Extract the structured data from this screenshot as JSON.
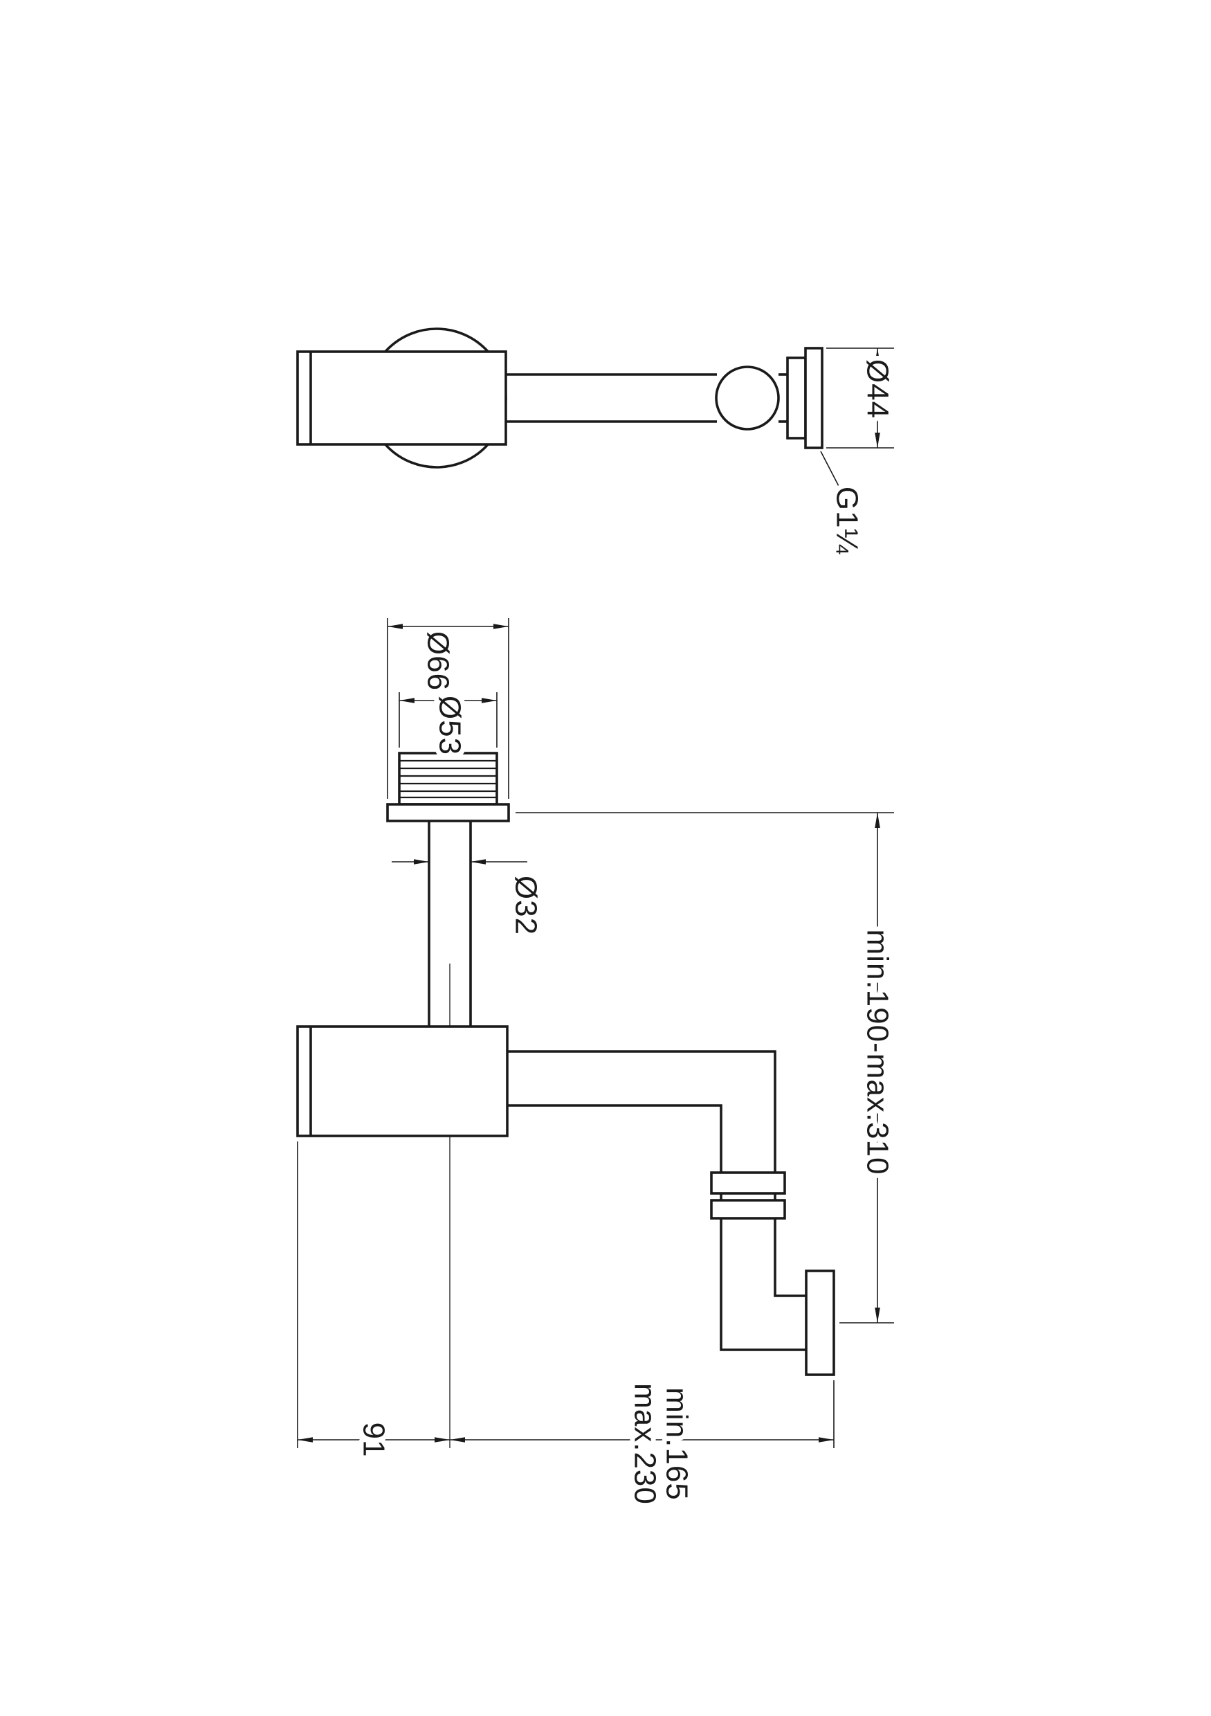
{
  "page": {
    "background_color": "#ffffff",
    "line_color": "#1a1a1a"
  },
  "side_view": {
    "dims": {
      "flange_diameter": "Ø44",
      "thread_size": "G1¼"
    }
  },
  "front_view": {
    "dims": {
      "top_flange_diameter": "Ø66",
      "thread_diameter": "Ø53",
      "tailpipe_diameter": "Ø32",
      "install_height_range": "min.190-max.310",
      "centre_offset": "91",
      "wall_distance_min": "min.165",
      "wall_distance_max": "max.230"
    }
  }
}
